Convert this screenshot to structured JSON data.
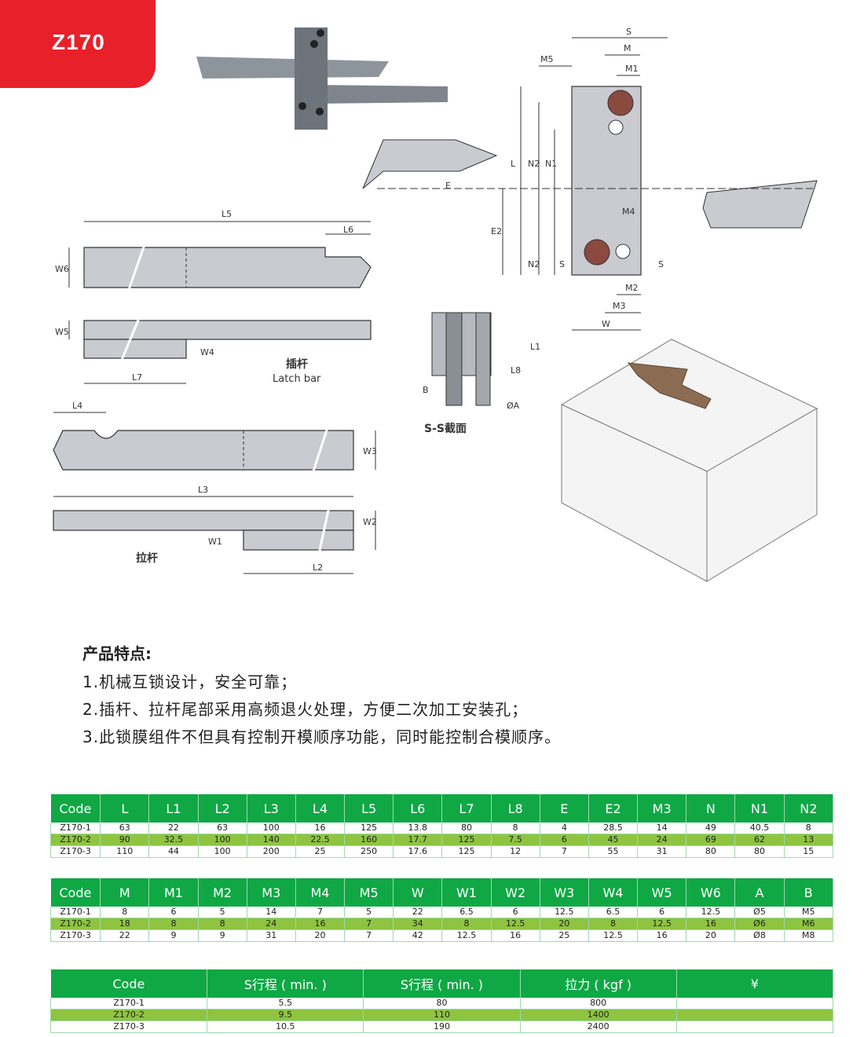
{
  "badge": {
    "title": "Z170"
  },
  "drawing": {
    "latch_bar_cn": "插杆",
    "latch_bar_en": "Latch bar",
    "pull_bar_cn": "拉杆",
    "section_title": "S-S截面",
    "dims": {
      "S": "S",
      "M": "M",
      "M1": "M1",
      "M5": "M5",
      "L": "L",
      "N2": "N2",
      "N1": "N1",
      "E": "E",
      "E2": "E2",
      "M4": "M4",
      "M2": "M2",
      "M3": "M3",
      "W": "W",
      "L5": "L5",
      "L6": "L6",
      "W6": "W6",
      "W5": "W5",
      "W4": "W4",
      "L7": "L7",
      "L4": "L4",
      "L3": "L3",
      "W3": "W3",
      "W2": "W2",
      "W1": "W1",
      "L2": "L2",
      "L1": "L1",
      "L8": "L8",
      "B": "B",
      "A": "ØA"
    }
  },
  "features": {
    "heading": "产品特点:",
    "items": [
      "1.机械互锁设计，安全可靠；",
      "2.插杆、拉杆尾部采用高频退火处理，方便二次加工安装孔；",
      "3.此锁膜组件不但具有控制开模顺序功能，同时能控制合模顺序。"
    ]
  },
  "table1": {
    "headers": [
      "Code",
      "L",
      "L1",
      "L2",
      "L3",
      "L4",
      "L5",
      "L6",
      "L7",
      "L8",
      "E",
      "E2",
      "M3",
      "N",
      "N1",
      "N2"
    ],
    "rows": [
      [
        "Z170-1",
        "63",
        "22",
        "63",
        "100",
        "16",
        "125",
        "13.8",
        "80",
        "8",
        "4",
        "28.5",
        "14",
        "49",
        "40.5",
        "8"
      ],
      [
        "Z170-2",
        "90",
        "32.5",
        "100",
        "140",
        "22.5",
        "160",
        "17.7",
        "125",
        "7.5",
        "6",
        "45",
        "24",
        "69",
        "62",
        "13"
      ],
      [
        "Z170-3",
        "110",
        "44",
        "100",
        "200",
        "25",
        "250",
        "17.6",
        "125",
        "12",
        "7",
        "55",
        "31",
        "80",
        "80",
        "15"
      ]
    ]
  },
  "table2": {
    "headers": [
      "Code",
      "M",
      "M1",
      "M2",
      "M3",
      "M4",
      "M5",
      "W",
      "W1",
      "W2",
      "W3",
      "W4",
      "W5",
      "W6",
      "A",
      "B"
    ],
    "rows": [
      [
        "Z170-1",
        "8",
        "6",
        "5",
        "14",
        "7",
        "5",
        "22",
        "6.5",
        "6",
        "12.5",
        "6.5",
        "6",
        "12.5",
        "Ø5",
        "M5"
      ],
      [
        "Z170-2",
        "18",
        "8",
        "8",
        "24",
        "16",
        "7",
        "34",
        "8",
        "12.5",
        "20",
        "8",
        "12.5",
        "16",
        "Ø6",
        "M6"
      ],
      [
        "Z170-3",
        "22",
        "9",
        "9",
        "31",
        "20",
        "7",
        "42",
        "12.5",
        "16",
        "25",
        "12.5",
        "16",
        "20",
        "Ø8",
        "M8"
      ]
    ]
  },
  "table3": {
    "headers": [
      "Code",
      "S行程 ( min. )",
      "S行程 ( min. )",
      "拉力 ( kgf )",
      "¥"
    ],
    "rows": [
      [
        "Z170-1",
        "5.5",
        "80",
        "800",
        ""
      ],
      [
        "Z170-2",
        "9.5",
        "110",
        "1400",
        ""
      ],
      [
        "Z170-3",
        "10.5",
        "190",
        "2400",
        ""
      ]
    ]
  },
  "colors": {
    "badge": "#e8202a",
    "table_header": "#0fa845",
    "row_highlight": "#8fc440"
  }
}
